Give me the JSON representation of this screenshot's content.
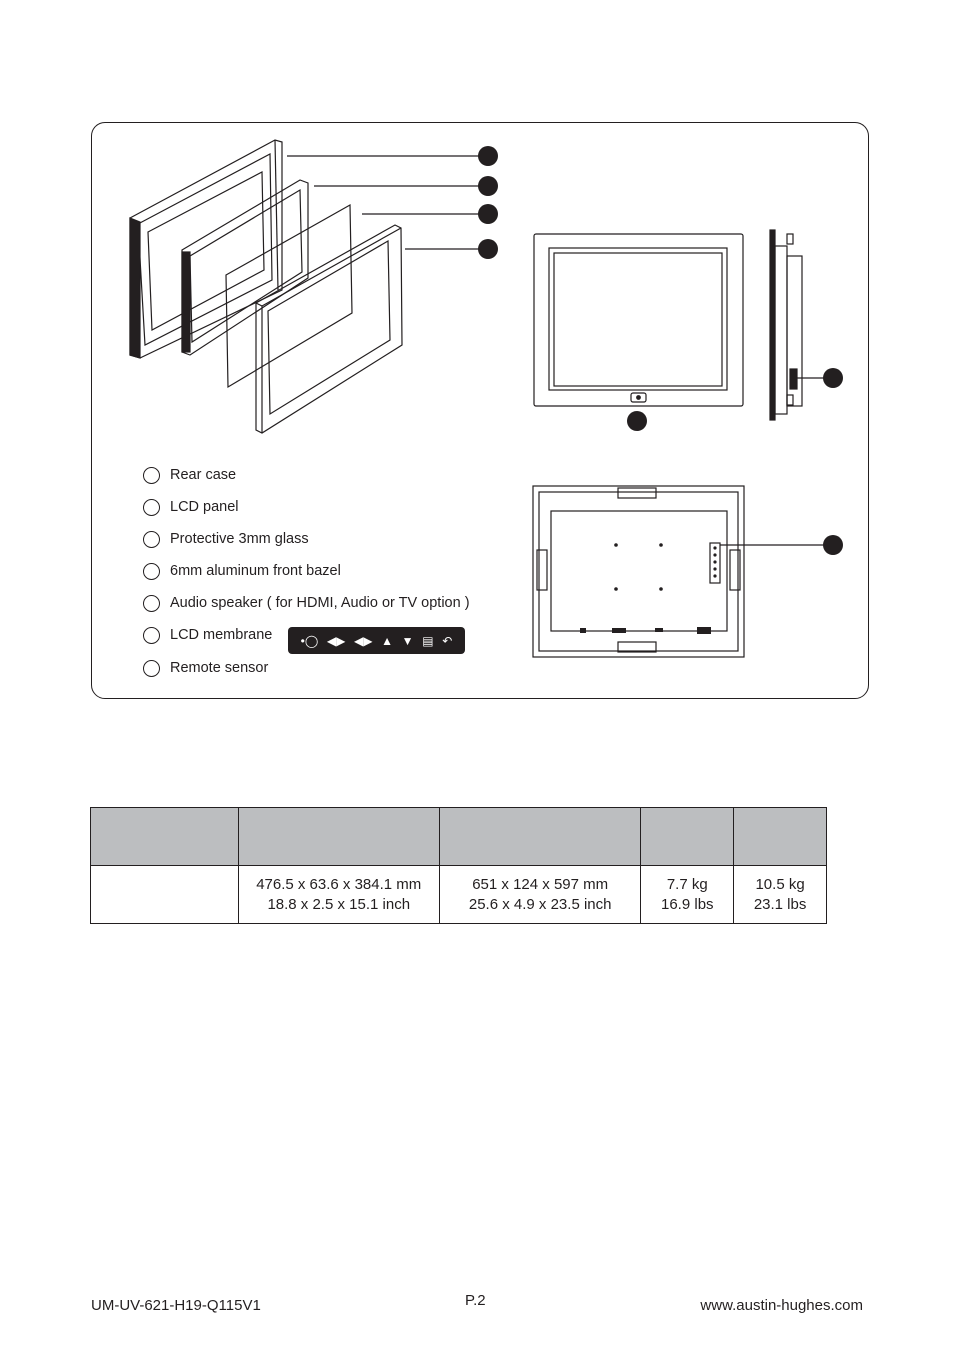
{
  "legend": {
    "items": [
      "Rear case",
      "LCD panel",
      "Protective 3mm glass",
      "6mm aluminum front bazel",
      "Audio speaker ( for HDMI, Audio or TV option )",
      "LCD membrane",
      "Remote sensor"
    ]
  },
  "membrane_icons": [
    "power-icon",
    "left-arrow-icon",
    "right-arrow-icon",
    "up-arrow-icon",
    "down-arrow-icon",
    "menu-icon",
    "return-icon"
  ],
  "table": {
    "header": [
      "",
      "",
      "",
      "",
      ""
    ],
    "rows": [
      {
        "model": "",
        "dimension": [
          "476.5 x 63.6 x 384.1 mm",
          "18.8 x 2.5 x 15.1 inch"
        ],
        "package": [
          "651 x 124 x 597 mm",
          "25.6 x 4.9 x 23.5 inch"
        ],
        "net_weight": [
          "7.7 kg",
          "16.9 lbs"
        ],
        "gross_weight": [
          "10.5 kg",
          "23.1 lbs"
        ]
      }
    ]
  },
  "footer": {
    "doc_id": "UM-UV-621-H19-Q115V1",
    "page": "P.2",
    "website": "www.austin-hughes.com"
  }
}
